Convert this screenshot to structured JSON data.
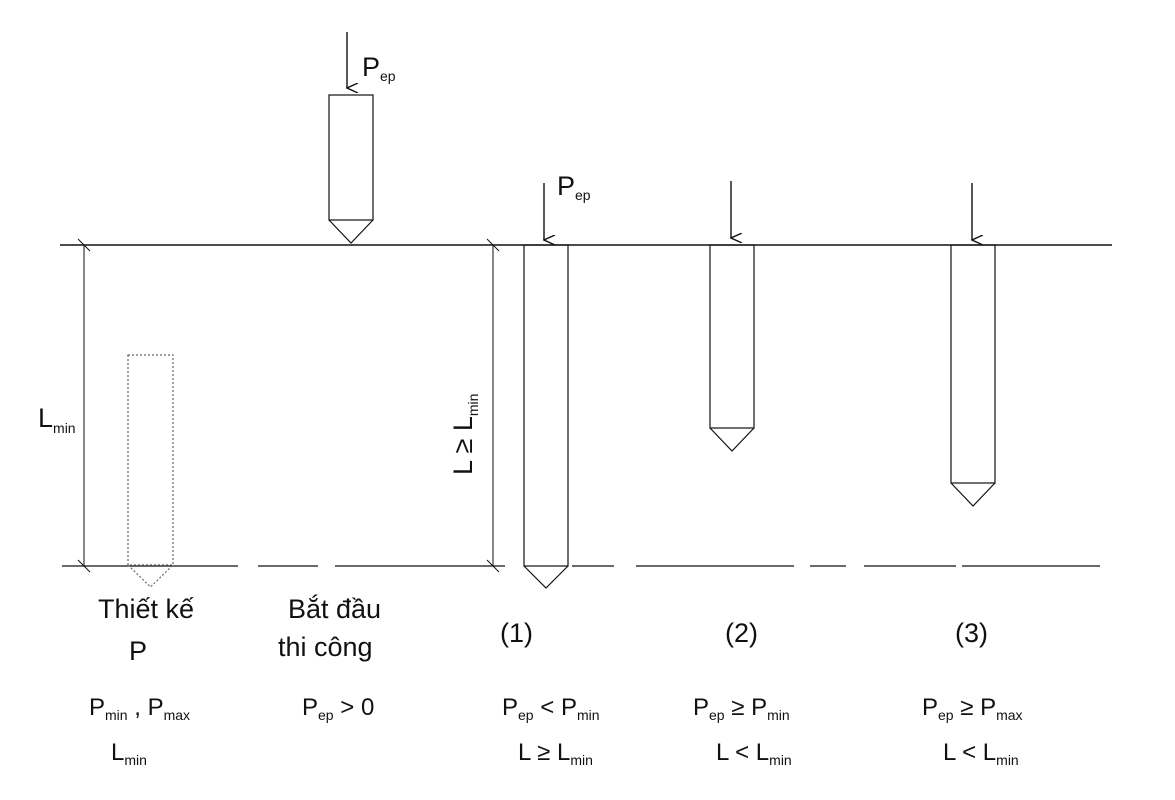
{
  "colors": {
    "ink": "#111111",
    "background": "#ffffff",
    "dashed_pile": "#666666"
  },
  "labels": {
    "pep_top": {
      "main": "P",
      "sub": "ep"
    },
    "pep_case1": {
      "main": "P",
      "sub": "ep"
    },
    "lmin_left": {
      "main": "L",
      "sub": "min"
    },
    "lmin_case1": {
      "prefix": "L ≥ L",
      "sub": "min"
    }
  },
  "columns": {
    "design": {
      "title_line1": "Thiết kế",
      "title_line2": "P",
      "cond1_a": "P",
      "cond1_a_sub": "min",
      "cond1_sep": " , P",
      "cond1_b_sub": "max",
      "cond2": "L",
      "cond2_sub": "min"
    },
    "start": {
      "title_line1": "Bắt đầu",
      "title_line2": "thi công",
      "cond1_a": "P",
      "cond1_a_sub": "ep",
      "cond1_rest": " > 0"
    },
    "case1": {
      "title": "(1)",
      "cond1_a": "P",
      "cond1_a_sub": "ep",
      "cond1_mid": " < P",
      "cond1_b_sub": "min",
      "cond2_a": "L ≥ L",
      "cond2_sub": "min"
    },
    "case2": {
      "title": "(2)",
      "cond1_a": "P",
      "cond1_a_sub": "ep",
      "cond1_mid": " ≥ P",
      "cond1_b_sub": "min",
      "cond2_a": "L < L",
      "cond2_sub": "min"
    },
    "case3": {
      "title": "(3)",
      "cond1_a": "P",
      "cond1_a_sub": "ep",
      "cond1_mid": " ≥ P",
      "cond1_b_sub": "max",
      "cond2_a": "L < L",
      "cond2_sub": "min"
    }
  }
}
